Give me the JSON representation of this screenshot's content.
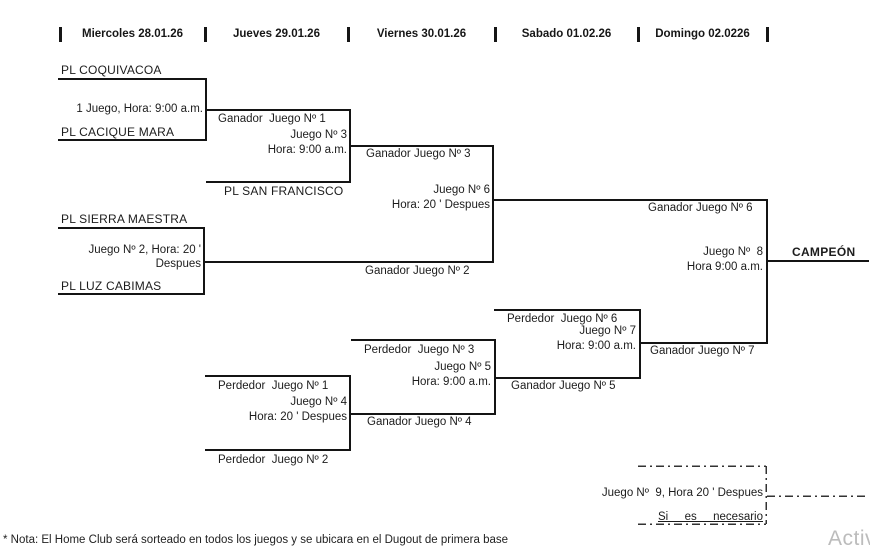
{
  "header": {
    "dates": [
      "Miercoles 28.01.26",
      "Jueves 29.01.26",
      "Viernes 30.01.26",
      "Sabado 01.02.26",
      "Domingo 02.0226"
    ]
  },
  "teams": [
    "PL COQUIVACOA",
    "PL CACIQUE MARA",
    "PL SIERRA MAESTRA",
    "PL LUZ CABIMAS",
    "PL SAN FRANCISCO"
  ],
  "games": {
    "g1": {
      "info": "1 Juego, Hora: 9:00 a.m."
    },
    "g2": {
      "l1": "Juego Nº 2, Hora: 20 '",
      "l2": "Despues"
    },
    "g3": {
      "l1": "Juego Nº 3",
      "l2": "Hora: 9:00 a.m."
    },
    "g4": {
      "l1": "Juego Nº 4",
      "l2": "Hora: 20 ' Despues"
    },
    "g5": {
      "l1": "Juego Nº 5",
      "l2": "Hora: 9:00 a.m."
    },
    "g6": {
      "l1": "Juego Nº 6",
      "l2": "Hora: 20 ' Despues"
    },
    "g7": {
      "l1": "Juego Nº 7",
      "l2": "Hora: 9:00 a.m."
    },
    "g8": {
      "l1": "Juego Nº  8",
      "l2": "Hora 9:00 a.m."
    },
    "g9": {
      "l1": "Juego Nº  9, Hora 20 ' Despues",
      "l2": "Si  es  necesario"
    }
  },
  "feeds": {
    "ganador1": "Ganador  Juego Nº 1",
    "ganador2": "Ganador Juego Nº 2",
    "ganador3": "Ganador Juego Nº 3",
    "ganador4": "Ganador Juego Nº 4",
    "ganador5": "Ganador Juego Nº 5",
    "ganador6": "Ganador Juego Nº 6",
    "ganador7": "Ganador Juego Nº 7",
    "perdedor1": "Perdedor  Juego Nº 1",
    "perdedor2": "Perdedor  Juego Nº 2",
    "perdedor3": "Perdedor  Juego Nº 3",
    "perdedor6": "Perdedor  Juego Nº 6"
  },
  "champion_label": "CAMPEÓN",
  "footnote": "* Nota: El Home Club será sorteado en todos los juegos y se ubicara en el Dugout de primera base",
  "watermark": "Activ"
}
